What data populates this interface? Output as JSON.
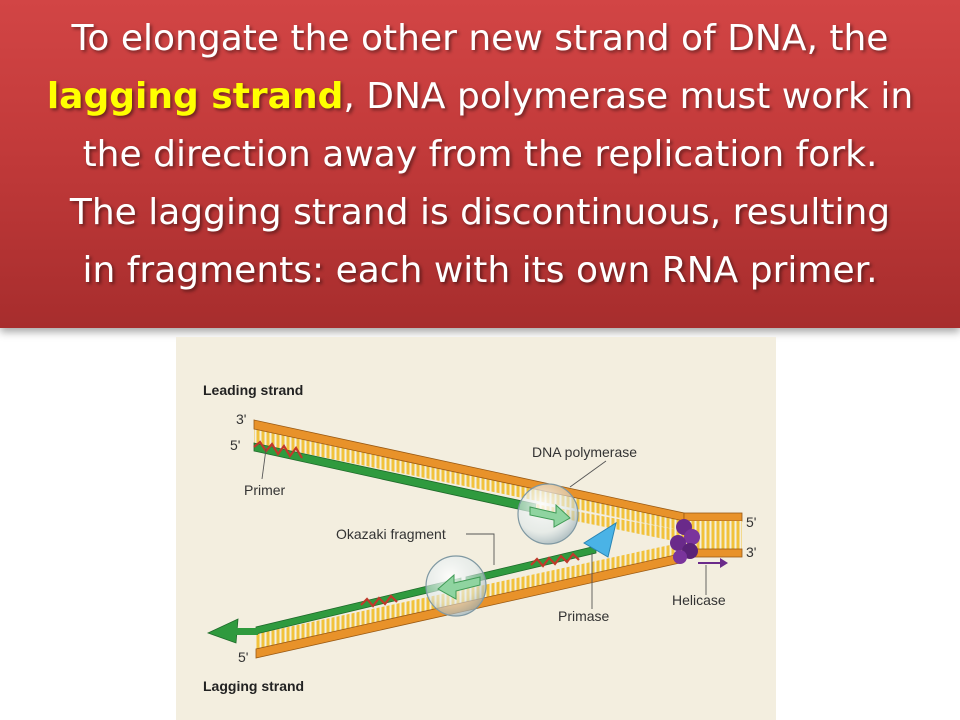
{
  "slide": {
    "line1": "To elongate the other new strand of DNA, the",
    "line2_highlight": "lagging strand",
    "line2_rest": ", DNA polymerase must work in",
    "line3": "the direction away from the replication fork.",
    "line4": "The lagging strand is discontinuous, resulting",
    "line5": "in fragments: each with its own RNA primer.",
    "highlight_color": "#ffff00",
    "banner_color": "#c23a3a"
  },
  "diagram": {
    "leading_strand_title": "Leading strand",
    "lagging_strand_title": "Lagging strand",
    "leading_3prime": "3'",
    "leading_5prime": "5'",
    "primer": "Primer",
    "dna_polymerase": "DNA polymerase",
    "okazaki_fragment": "Okazaki fragment",
    "primase": "Primase",
    "helicase": "Helicase",
    "fork_5prime": "5'",
    "fork_3prime": "3'",
    "lagging_5prime": "5'",
    "colors": {
      "template_strand": "#e8922a",
      "rungs": "#f2c23a",
      "new_strand": "#2f9a3e",
      "primer": "#c0392b",
      "helicase": "#6a2a8a",
      "primase": "#4ab3e6",
      "background": "#f3eedf"
    }
  }
}
